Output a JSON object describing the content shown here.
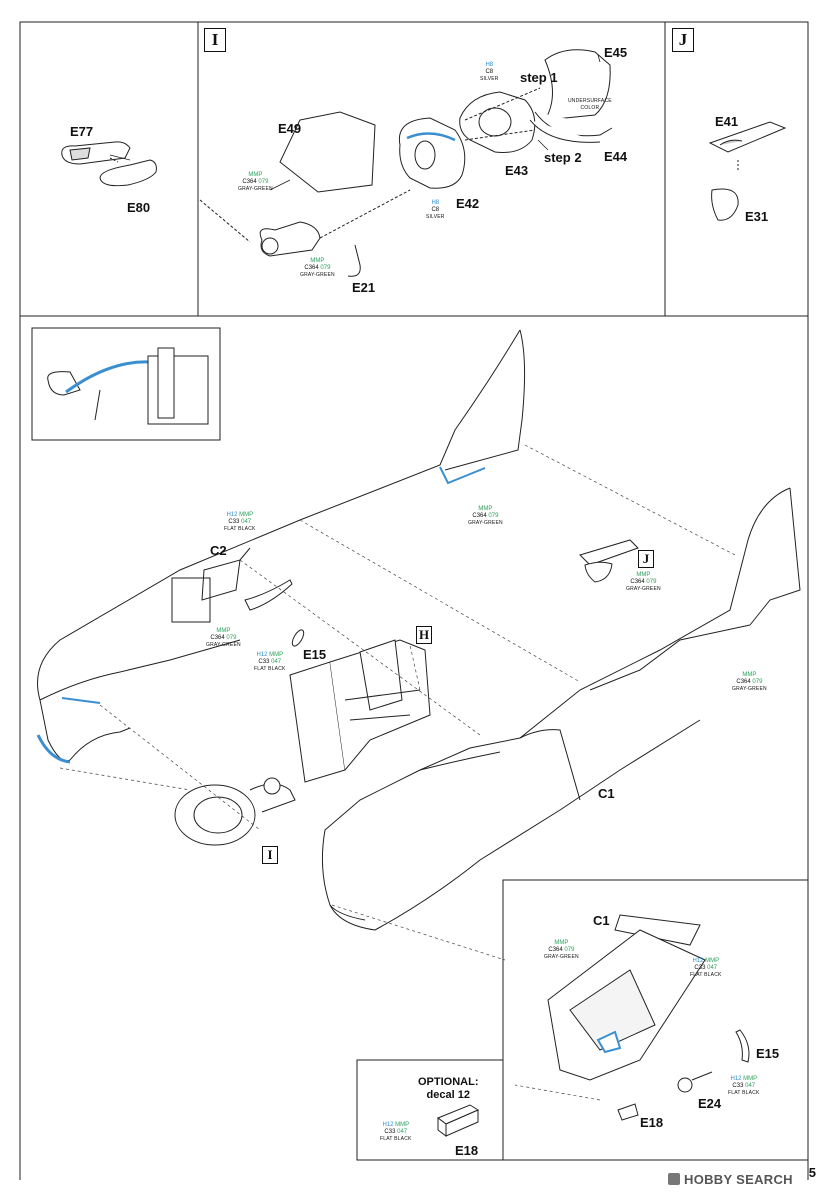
{
  "page": {
    "number": "5",
    "watermark": "HOBBY SEARCH"
  },
  "sections": {
    "I": "I",
    "J": "J",
    "H": "H"
  },
  "labels": {
    "E77": "E77",
    "E80": "E80",
    "E49": "E49",
    "E21": "E21",
    "E42": "E42",
    "E43": "E43",
    "E44": "E44",
    "E45": "E45",
    "step1": "step 1",
    "step2": "step 2",
    "E41": "E41",
    "E31": "E31",
    "C2": "C2",
    "E15": "E15",
    "C1": "C1",
    "inset_C1": "C1",
    "inset_E15": "E15",
    "inset_E24": "E24",
    "E18": "E18"
  },
  "optional": {
    "line1": "OPTIONAL:",
    "line2": "decal 12"
  },
  "paints": {
    "gray_green": {
      "mr_hobby": "C364",
      "mmp": "MMP",
      "mmp_no": "079",
      "name": "GRAY-GREEN"
    },
    "flat_black": {
      "tamiya": "H12",
      "mr_hobby": "C33",
      "mmp": "MMP",
      "mmp_no": "047",
      "name": "FLAT BLACK"
    },
    "silver": {
      "tamiya": "H8",
      "mr_hobby": "C8",
      "name": "SILVER"
    },
    "underside": {
      "line1": "UNDERSURFACE",
      "line2": "COLOR"
    }
  },
  "colors": {
    "line": "#222222",
    "accent_blue": "#3a8fd0",
    "mmp_green": "#2aa05a"
  }
}
